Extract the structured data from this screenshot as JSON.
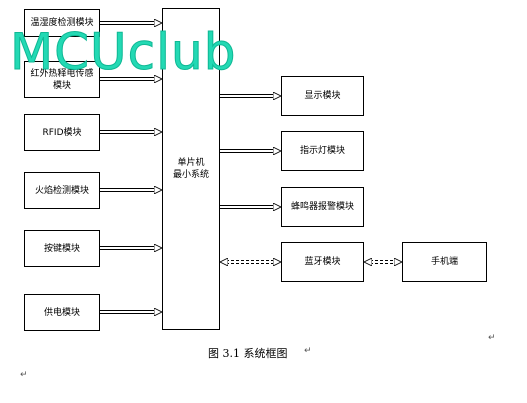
{
  "inputs": [
    {
      "id": "temp-humidity",
      "label": "温湿度检测模块"
    },
    {
      "id": "infrared",
      "label": "红外热释电传感\n模块"
    },
    {
      "id": "rfid",
      "label": "RFID模块"
    },
    {
      "id": "flame",
      "label": "火焰检测模块"
    },
    {
      "id": "keys",
      "label": "按键模块"
    },
    {
      "id": "power",
      "label": "供电模块"
    }
  ],
  "mcu": {
    "label": "单片机\n最小系统"
  },
  "outputs": [
    {
      "id": "display",
      "label": "显示模块"
    },
    {
      "id": "indicator",
      "label": "指示灯模块"
    },
    {
      "id": "buzzer",
      "label": "蜂鸣器报警模块"
    }
  ],
  "bluetooth": {
    "label": "蓝牙模块"
  },
  "phone": {
    "label": "手机端"
  },
  "caption": "图 3.1 系统框图",
  "watermark": "MCUclub",
  "marks": {
    "return_symbol": "↵"
  },
  "colors": {
    "line": "#000000",
    "watermark": "#23d9b4"
  }
}
